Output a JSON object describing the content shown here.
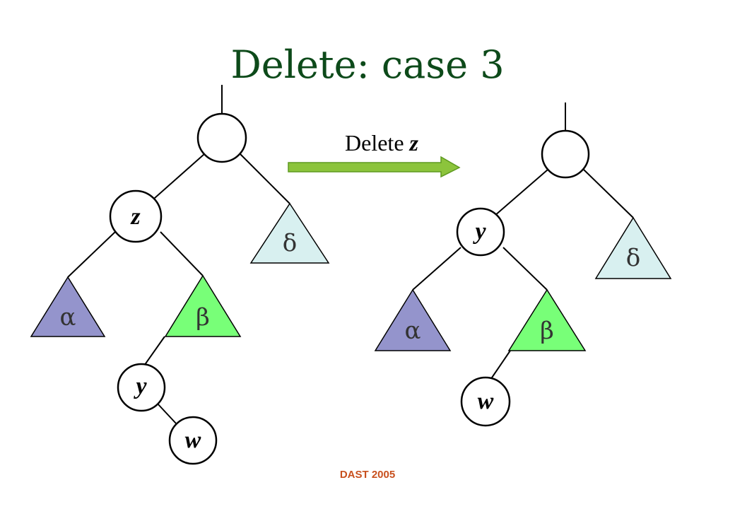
{
  "slide": {
    "title": "Delete: case 3",
    "footer": "DAST 2005"
  },
  "transition": {
    "label_prefix": "Delete",
    "label_var": "z",
    "arrow_color": "#8cc43c"
  },
  "before_tree": {
    "nodes": {
      "z": "z",
      "y": "y",
      "w": "w"
    },
    "subtrees": {
      "alpha": "α",
      "beta": "β",
      "delta": "δ"
    }
  },
  "after_tree": {
    "nodes": {
      "y": "y",
      "w": "w"
    },
    "subtrees": {
      "alpha": "α",
      "beta": "β",
      "delta": "δ"
    }
  },
  "colors": {
    "alpha": "#9494cc",
    "beta": "#78ff78",
    "delta": "#d8f0f0",
    "title": "#0d4a1a",
    "footer": "#c8501e"
  }
}
